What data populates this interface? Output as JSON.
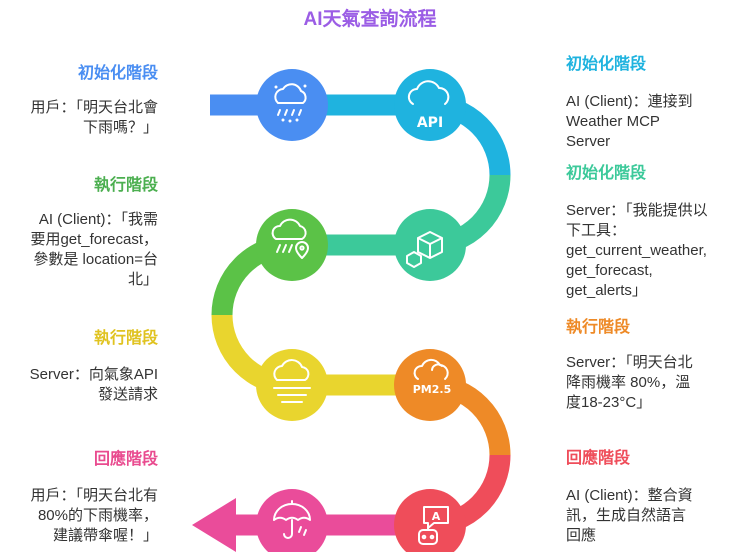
{
  "title": "AI天氣查詢流程",
  "colors": {
    "title": "#9b5de5",
    "blue": "#4a8ef2",
    "cyan": "#1fb3df",
    "teal": "#3cc99a",
    "green": "#5bc247",
    "yellow": "#e9d52e",
    "orange": "#ee8a27",
    "red": "#ef4d5a",
    "pink": "#ea4c9a",
    "heading_green": "#4caf50",
    "heading_yellow": "#e0c320",
    "heading_orange": "#ee8a27",
    "heading_pink": "#e94b8f"
  },
  "steps": [
    {
      "heading": "初始化階段",
      "text": "用戶：「明天台北會\n下雨嗎？」",
      "icon": "snow-rain-cloud-icon"
    },
    {
      "heading": "初始化階段",
      "text": "AI (Client)：連接到\nWeather MCP\nServer",
      "icon": "api-cloud-icon"
    },
    {
      "heading": "初始化階段",
      "text": "Server：「我能提供以\n下工具：\nget_current_weather,\nget_forecast,\nget_alerts」",
      "icon": "cubes-icon"
    },
    {
      "heading": "執行階段",
      "text": "AI (Client)：「我需\n要用get_forecast，\n參數是 location=台\n北」",
      "icon": "rain-location-icon"
    },
    {
      "heading": "執行階段",
      "text": "Server：向氣象API\n發送請求",
      "icon": "fog-cloud-icon"
    },
    {
      "heading": "執行階段",
      "text": "Server：「明天台北\n降雨機率 80%，溫\n度18-23°C」",
      "icon": "pm25-cloud-icon"
    },
    {
      "heading": "回應階段",
      "text": "AI (Client)：整合資\n訊，生成自然語言\n回應",
      "icon": "robot-chat-icon"
    },
    {
      "heading": "回應階段",
      "text": "用戶：「明天台北有\n80%的下雨機率，\n建議帶傘喔！」",
      "icon": "umbrella-rain-icon"
    }
  ],
  "icon_labels": {
    "api": "API",
    "pm": "PM2.5"
  }
}
